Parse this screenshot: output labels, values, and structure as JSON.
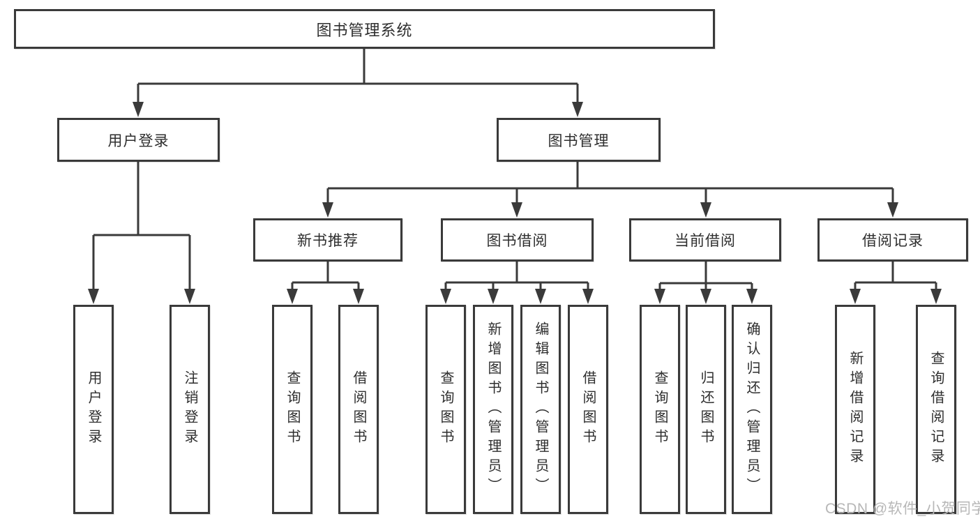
{
  "diagram": {
    "root": {
      "label": "图书管理系统"
    },
    "level1": [
      {
        "label": "用户登录"
      },
      {
        "label": "图书管理"
      }
    ],
    "level2": [
      {
        "label": "新书推荐"
      },
      {
        "label": "图书借阅"
      },
      {
        "label": "当前借阅"
      },
      {
        "label": "借阅记录"
      }
    ],
    "leaves": {
      "user_login": [
        "用户登录",
        "注销登录"
      ],
      "new_books": [
        "查询图书",
        "借阅图书"
      ],
      "book_borrow": [
        "查询图书",
        "新增图书（管理员）",
        "编辑图书（管理员）",
        "借阅图书"
      ],
      "current_borrow": [
        "查询图书",
        "归还图书",
        "确认归还（管理员）"
      ],
      "borrow_records": [
        "新增借阅记录",
        "查询借阅记录"
      ]
    }
  },
  "watermark": {
    "text": "CSDN @软件_小贺同学",
    "color": "#b7b7b7"
  },
  "colors": {
    "line": "#3a3a3a",
    "text": "#2e2e2e",
    "background": "#ffffff"
  }
}
